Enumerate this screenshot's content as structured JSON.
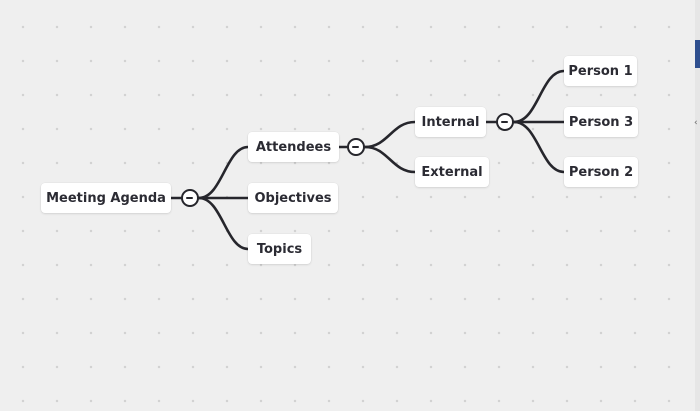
{
  "mindmap": {
    "root": {
      "label": "Meeting Agenda"
    },
    "children": [
      {
        "label": "Attendees"
      },
      {
        "label": "Objectives"
      },
      {
        "label": "Topics"
      }
    ],
    "attendees_children": [
      {
        "label": "Internal"
      },
      {
        "label": "External"
      }
    ],
    "internal_children": [
      {
        "label": "Person 1"
      },
      {
        "label": "Person 3"
      },
      {
        "label": "Person 2"
      }
    ]
  },
  "icons": {
    "collapse": "minus-circle-icon"
  },
  "colors": {
    "background": "#efefef",
    "connector": "#26262c",
    "node_fill": "#ffffff",
    "text": "#2b2b33"
  }
}
